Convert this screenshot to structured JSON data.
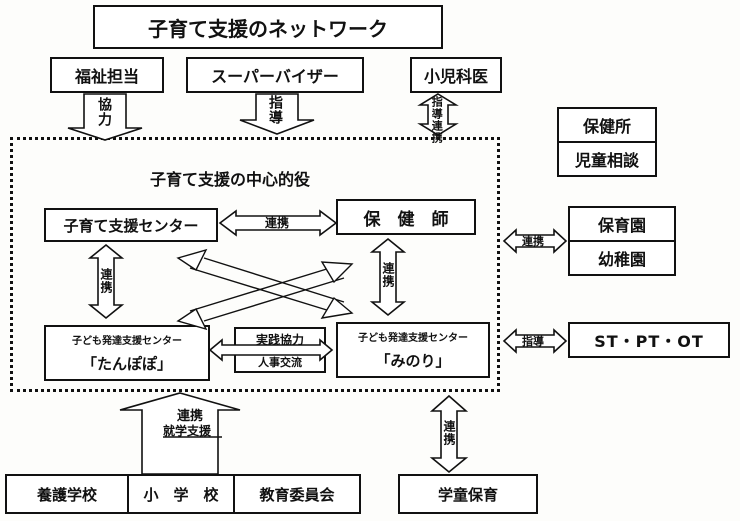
{
  "title": "子育て支援のネットワーク",
  "top_row": {
    "welfare": "福祉担当",
    "supervisor": "スーパーバイザー",
    "pediatrics": "小児科医"
  },
  "arrow_labels": {
    "cooperation": "協力",
    "guidance": "指導",
    "guidance_link": "指導連携",
    "link": "連携",
    "practice_coop": "実践協力",
    "personnel_exchange": "人事交流",
    "guidance_short": "指導",
    "employment_link": "連携",
    "employment_support": "就学支援"
  },
  "right_column": {
    "health_center": "保健所",
    "child_consultation": "児童相談",
    "nursery": "保育園",
    "kindergarten": "幼稚園",
    "therapists": "ST・PT・OT"
  },
  "core": {
    "label": "子育て支援の中心的役",
    "support_center": "子育て支援センター",
    "public_health_nurse": "保　健　師",
    "dev_center_caption": "子ども発達支援センター",
    "tanpopo": "「たんぽぽ」",
    "minori": "「みのり」"
  },
  "bottom_row": {
    "special_school": "養護学校",
    "elementary": "小　学　校",
    "education_board": "教育委員会",
    "after_school": "学童保育"
  }
}
